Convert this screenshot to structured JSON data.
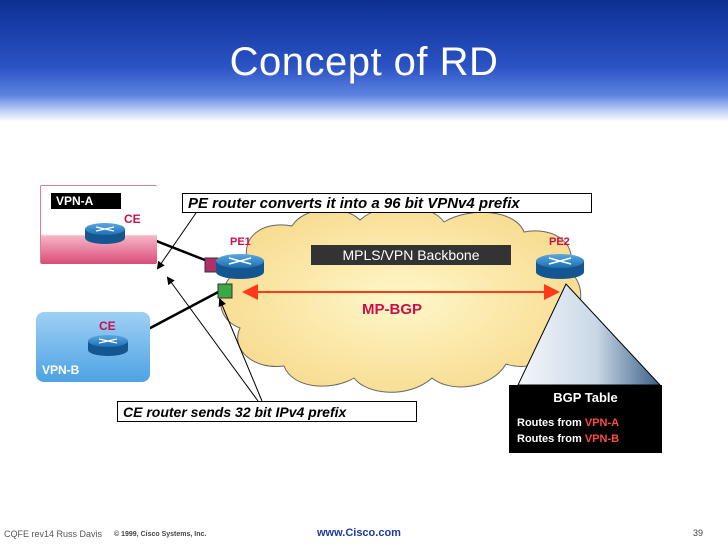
{
  "title": "Concept of RD",
  "vpn_a": {
    "label": "VPN-A",
    "ce_label": "CE"
  },
  "vpn_b": {
    "label": "VPN-B",
    "ce_label": "CE"
  },
  "backbone": {
    "label": "MPLS/VPN Backbone",
    "pe1": "PE1",
    "pe2": "PE2",
    "session": "MP-BGP"
  },
  "callouts": {
    "pe": "PE router converts it into a 96 bit VPNv4 prefix",
    "ce": "CE router sends 32 bit IPv4 prefix"
  },
  "bgp_table": {
    "title": "BGP Table",
    "rows": [
      {
        "prefix": "Routes from",
        "vpn": "VPN-A"
      },
      {
        "prefix": "Routes from",
        "vpn": "VPN-B"
      }
    ]
  },
  "footer": {
    "left": "CQFE rev14 Russ Davis",
    "copyright": "© 1999, Cisco Systems, Inc.",
    "url": "www.Cisco.com",
    "page": "39"
  },
  "colors": {
    "title_blue": "#1a3fae",
    "accent_red": "#c8104a",
    "mpbgp_line": "#ff3a1a"
  }
}
